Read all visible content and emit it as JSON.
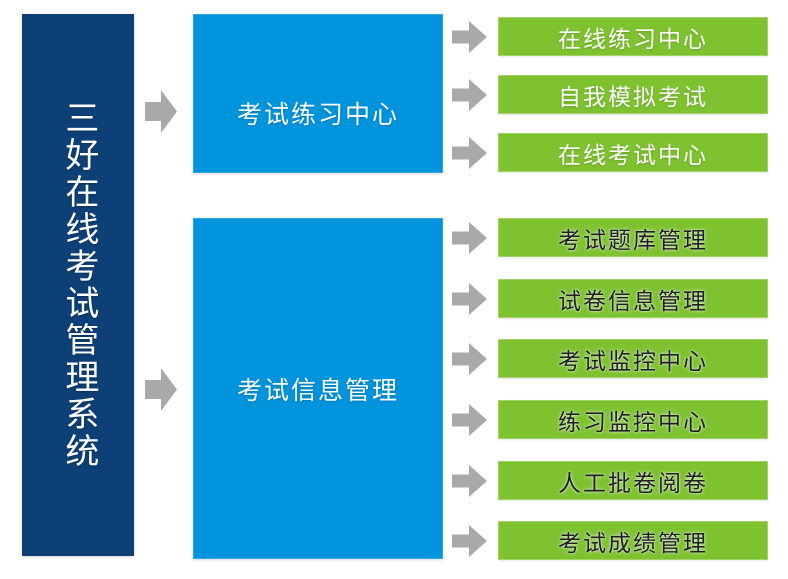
{
  "diagram": {
    "root": {
      "title": "三好在线考试管理系统"
    },
    "branches": [
      {
        "label": "考试练习中心",
        "items": [
          "在线练习中心",
          "自我模拟考试",
          "在线考试中心"
        ]
      },
      {
        "label": "考试信息管理",
        "items": [
          "考试题库管理",
          "试卷信息管理",
          "考试监控中心",
          "练习监控中心",
          "人工批卷阅卷",
          "考试成绩管理"
        ]
      }
    ],
    "colors": {
      "root_navy": "#0D4076",
      "branch_blue": "#0094DC",
      "leaf_green": "#7EC230",
      "arrow_gray": "#A9A9A9",
      "leaf_text_dark": "#1E1E1E",
      "text_white": "#FFFFFF"
    }
  }
}
